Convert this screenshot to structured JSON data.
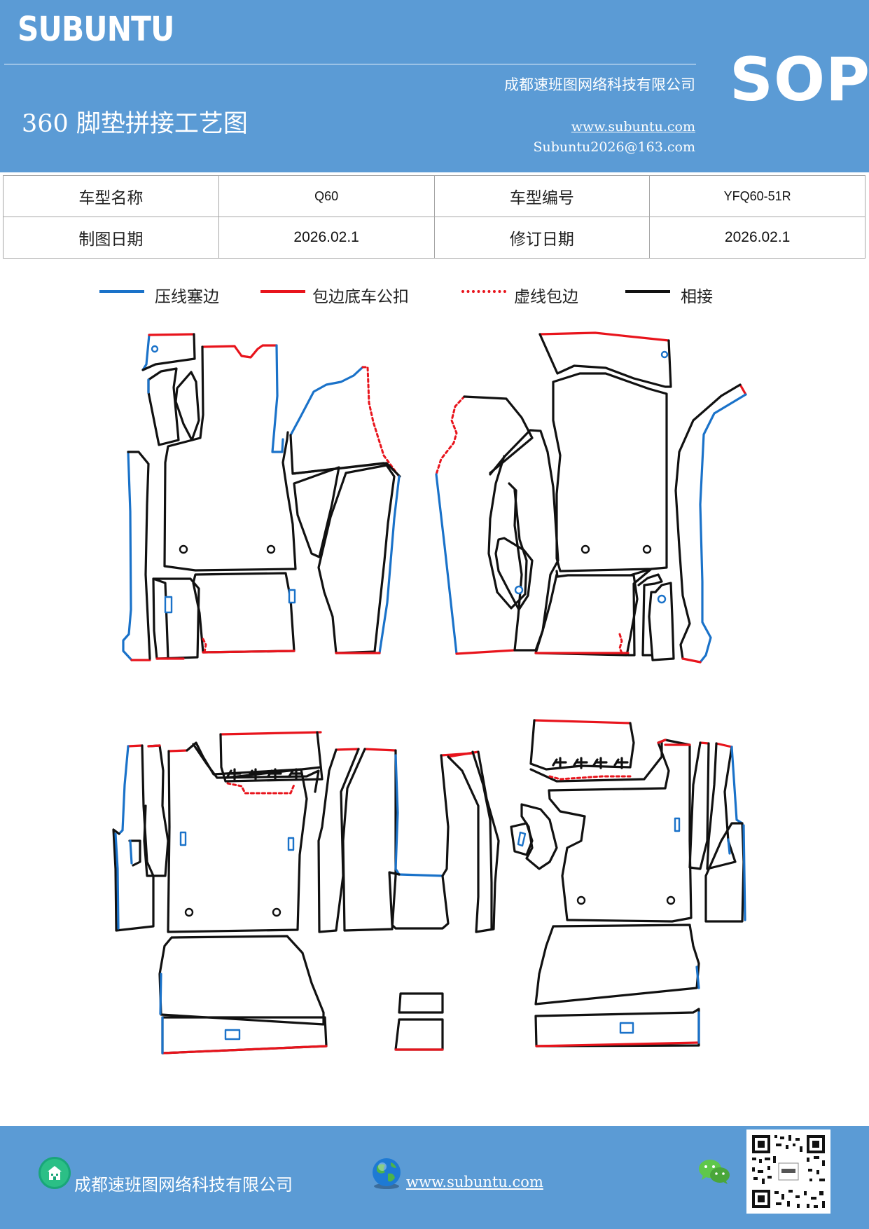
{
  "header": {
    "brand": "SUBUNTU",
    "company": "成都速班图网络科技有限公司",
    "title": "360 脚垫拼接工艺图",
    "website": "www.subuntu.com",
    "email": "Subuntu2026@163.com",
    "badge": "SOP"
  },
  "info_table": {
    "row1": {
      "label1": "车型名称",
      "value1": "Q60",
      "label2": "车型编号",
      "value2": "YFQ60-51R"
    },
    "row2": {
      "label1": "制图日期",
      "value1": "2026.02.1",
      "label2": "修订日期",
      "value2": "2026.02.1"
    }
  },
  "legend": [
    {
      "label": "压线塞边",
      "color": "#1a72c9",
      "style": "solid"
    },
    {
      "label": "包边底车公扣",
      "color": "#e8141c",
      "style": "solid"
    },
    {
      "label": "虚线包边",
      "color": "#e8141c",
      "style": "dotted"
    },
    {
      "label": "相接",
      "color": "#111111",
      "style": "solid"
    }
  ],
  "colors": {
    "header_bg": "#5b9bd5",
    "blue_line": "#1a72c9",
    "red_line": "#e8141c",
    "black_line": "#111111"
  },
  "footer": {
    "company": "成都速班图网络科技有限公司",
    "website": "www.subuntu.com",
    "icons": [
      "building-icon",
      "globe-icon",
      "wechat-icon",
      "qr-code"
    ]
  }
}
